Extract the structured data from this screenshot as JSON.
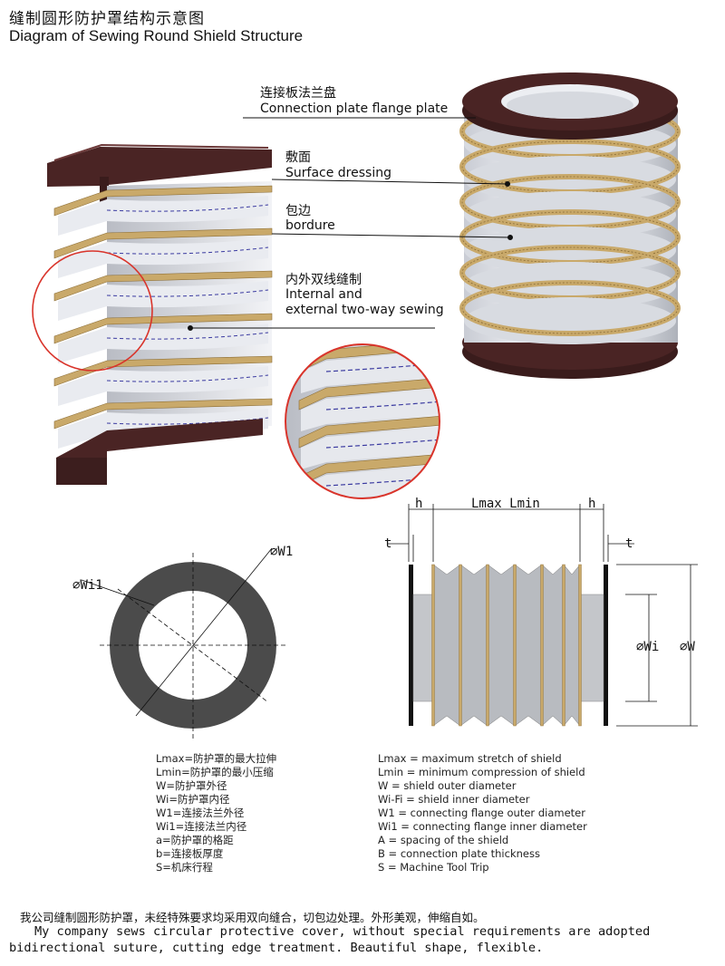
{
  "title": {
    "cn": "缝制圆形防护罩结构示意图",
    "en": "Diagram of Sewing Round Shield Structure"
  },
  "callouts": [
    {
      "cn": "连接板法兰盘",
      "en": "Connection plate flange plate"
    },
    {
      "cn": "敷面",
      "en": "Surface dressing"
    },
    {
      "cn": "包边",
      "en": "bordure"
    },
    {
      "cn": "内外双线缝制",
      "en": "Internal and",
      "en2": "external two-way sewing"
    }
  ],
  "ring_drawing": {
    "outer_label": "⌀W1",
    "inner_label": "⌀Wi1"
  },
  "section_drawing": {
    "h_left": "h",
    "h_right": "h",
    "stroke": "Lmax Lmin",
    "t_left": "t",
    "t_right": "t",
    "inner_dia": "⌀Wi",
    "outer_dia": "⌀W"
  },
  "legend_cn": [
    "Lmax=防护罩的最大拉伸",
    "Lmin=防护罩的最小压缩",
    "W=防护罩外径",
    "Wi=防护罩内径",
    "W1=连接法兰外径",
    "Wi1=连接法兰内径",
    "a=防护罩的格距",
    "b=连接板厚度",
    "S=机床行程"
  ],
  "legend_en": [
    "Lmax = maximum stretch of shield",
    "Lmin = minimum compression of shield",
    "W = shield outer diameter",
    "Wi-Fi = shield inner diameter",
    "W1 = connecting flange outer diameter",
    "Wi1 = connecting flange inner diameter",
    "A = spacing of the shield",
    "B = connection plate thickness",
    "S = Machine Tool Trip"
  ],
  "note": {
    "cn": "我公司缝制圆形防护罩，未经特殊要求均采用双向缝合，切包边处理。外形美观，伸缩自如。",
    "en": "My company sews circular protective cover, without special requirements are adopted bidirectional suture, cutting edge treatment. Beautiful shape, flexible."
  },
  "colors": {
    "flange": "#4a2424",
    "bordure": "#c9a96a",
    "fabric": "#eef0f4",
    "stitch": "#3a3aa0",
    "detail_circle": "#d9342b",
    "ring": "#4b4b4b",
    "fold": "#b8bbc0"
  }
}
